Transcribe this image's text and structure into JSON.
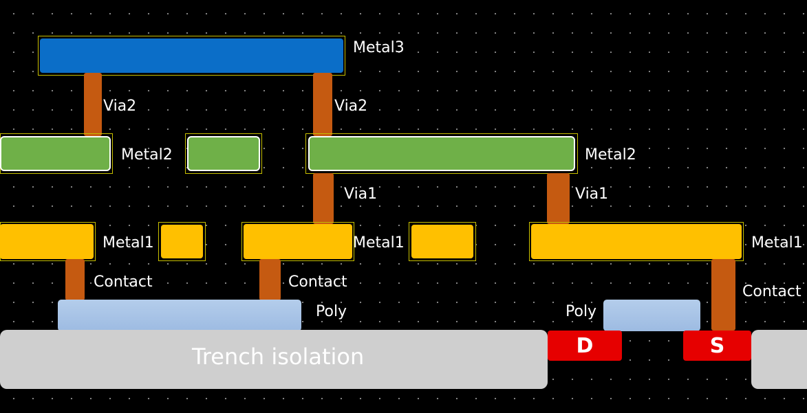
{
  "labels": {
    "metal3": "Metal3",
    "via2": "Via2",
    "metal2": "Metal2",
    "via1": "Via1",
    "metal1": "Metal1",
    "contact": "Contact",
    "poly": "Poly",
    "trench": "Trench isolation",
    "drain": "D",
    "source": "S"
  },
  "colors": {
    "background": "#000000",
    "metal3": "#0b6ec8",
    "metal2": "#6fb048",
    "metal1": "#ffc000",
    "via": "#c55a11",
    "poly": "#a9c5e8",
    "trench": "#cfcfcf",
    "diffusion": "#e60000"
  }
}
